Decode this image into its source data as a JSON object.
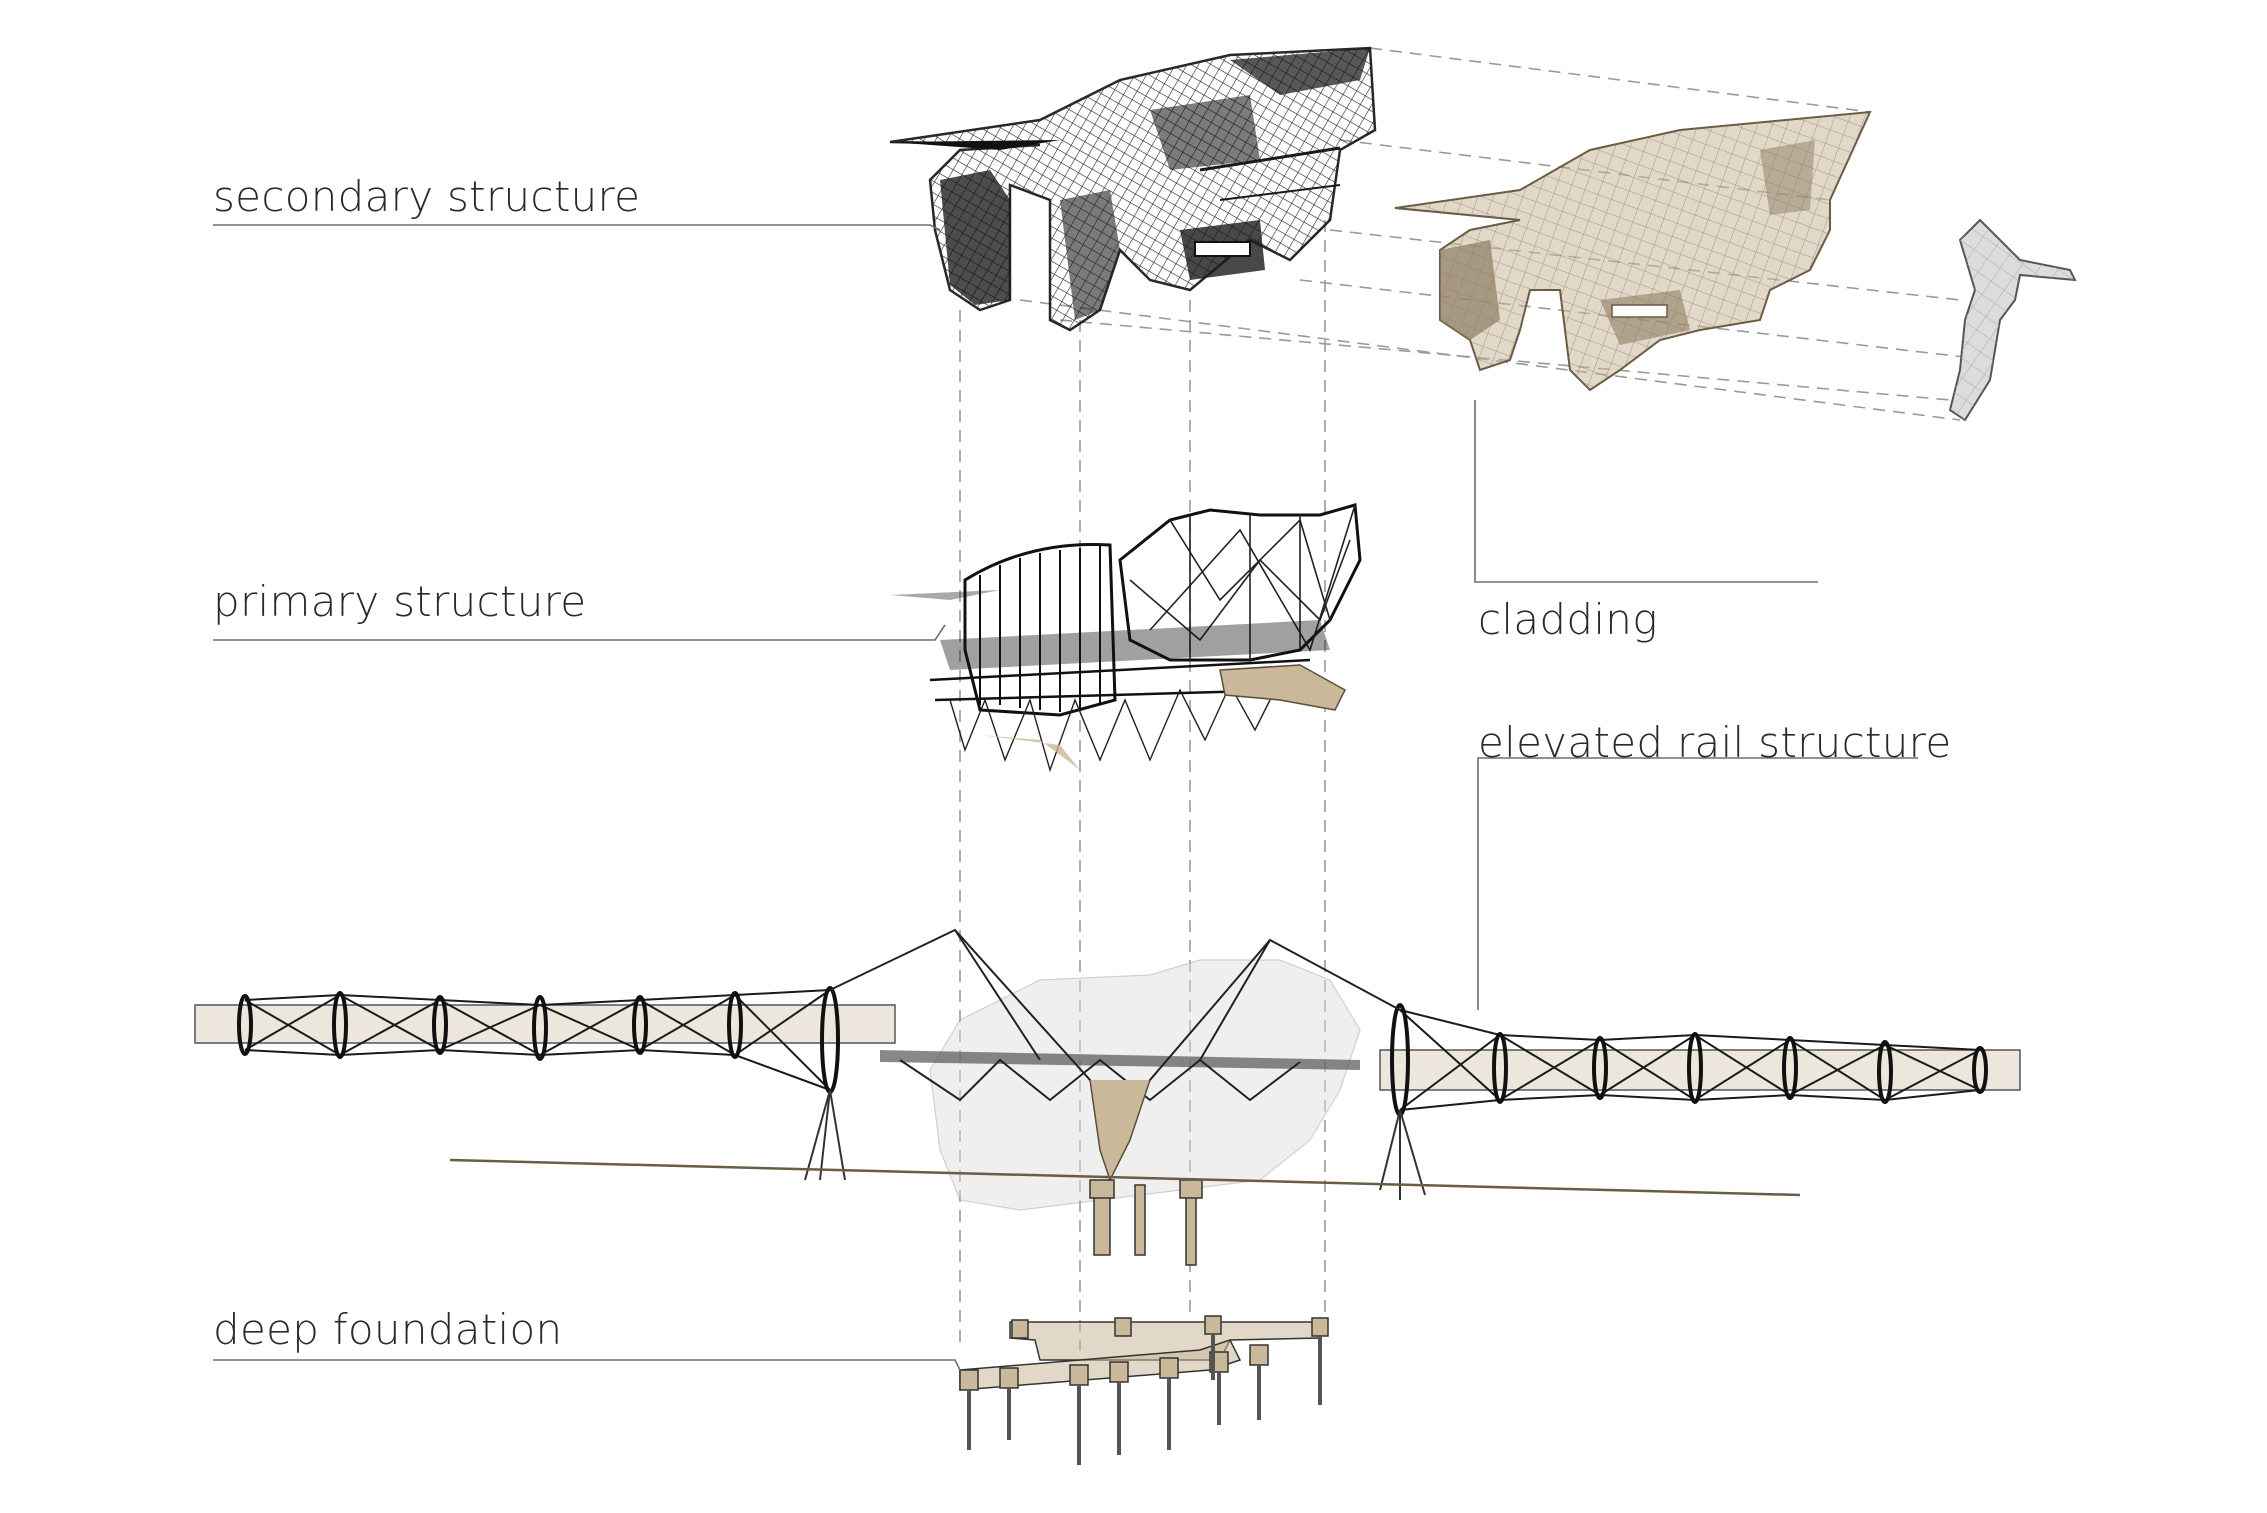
{
  "labels": {
    "secondary": "secondary structure",
    "primary": "primary structure",
    "cladding": "cladding",
    "rail": "elevated rail structure",
    "foundation": "deep foundation"
  },
  "colors": {
    "wireframe": "#1a1a1a",
    "cladding_fill": "#c9b89a",
    "leader_line": "#6e6e6e",
    "projection_line": "#9a9a9a",
    "text": "#2a2a2a"
  }
}
